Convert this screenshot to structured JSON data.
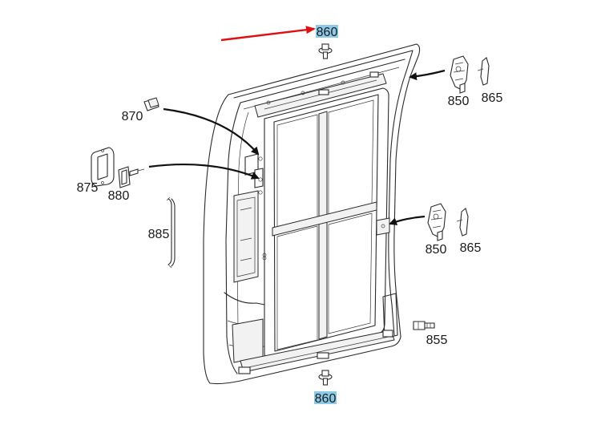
{
  "diagram": {
    "callouts": [
      {
        "id": "top-860",
        "text": "860",
        "highlighted": true
      },
      {
        "id": "bottom-860",
        "text": "860",
        "highlighted": true
      },
      {
        "id": "upper-850",
        "text": "850",
        "highlighted": false
      },
      {
        "id": "upper-865",
        "text": "865",
        "highlighted": false
      },
      {
        "id": "lower-850",
        "text": "850",
        "highlighted": false
      },
      {
        "id": "lower-865",
        "text": "865",
        "highlighted": false
      },
      {
        "id": "870",
        "text": "870",
        "highlighted": false
      },
      {
        "id": "875",
        "text": "875",
        "highlighted": false
      },
      {
        "id": "880",
        "text": "880",
        "highlighted": false
      },
      {
        "id": "885",
        "text": "885",
        "highlighted": false
      },
      {
        "id": "855",
        "text": "855",
        "highlighted": false
      }
    ],
    "colors": {
      "highlight": "#8ccbe8",
      "pointer_arrow": "#e01010",
      "line_art": "#2a2a2a"
    }
  }
}
